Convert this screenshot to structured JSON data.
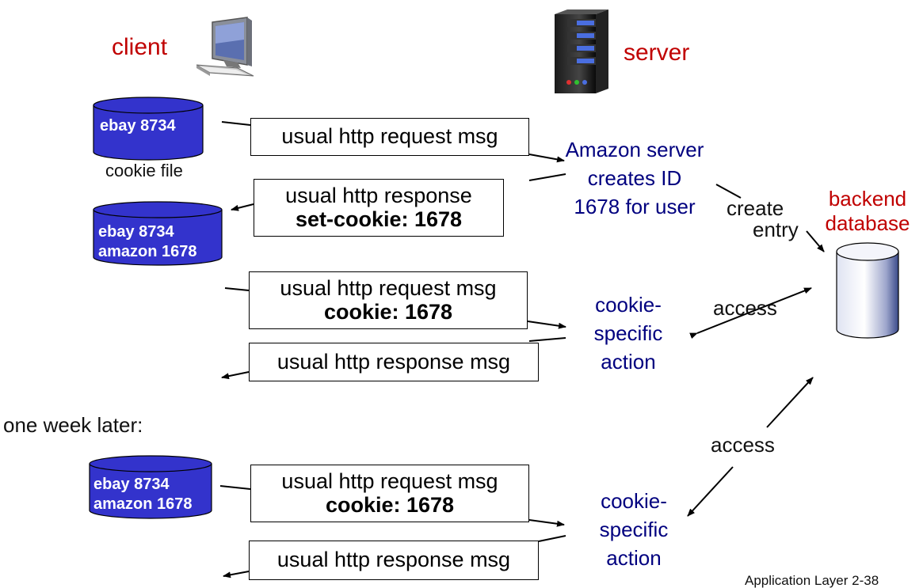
{
  "labels": {
    "client": "client",
    "server": "server",
    "cookie_file": "cookie file",
    "backend_line1": "backend",
    "backend_line2": "database",
    "amazon_line1": "Amazon server",
    "amazon_line2": "creates ID",
    "amazon_line3": "1678 for user",
    "create": "create",
    "entry": "entry",
    "access1": "access",
    "access2": "access",
    "one_week_later": "one week later:",
    "csa1_line1": "cookie-",
    "csa1_line2": "specific",
    "csa1_line3": "action",
    "csa2_line1": "cookie-",
    "csa2_line2": "specific",
    "csa2_line3": "action",
    "footer": "Application Layer  2-38"
  },
  "cookie_files": {
    "first": [
      "ebay 8734"
    ],
    "second": [
      "ebay 8734",
      "amazon 1678"
    ],
    "third": [
      "ebay 8734",
      "amazon 1678"
    ]
  },
  "messages": {
    "req1": "usual http request msg",
    "resp1_line1": "usual http response",
    "resp1_line2": "set-cookie: 1678",
    "req2_line1": "usual http request msg",
    "req2_line2": "cookie: 1678",
    "resp2": "usual http response msg",
    "req3_line1": "usual http request msg",
    "req3_line2": "cookie: 1678",
    "resp3": "usual http response msg"
  },
  "colors": {
    "cookie_cylinder": "#3333cc",
    "red_text": "#c00000",
    "blue_text": "#00007f"
  },
  "icons": {
    "client": "desktop-computer-icon",
    "server": "server-tower-icon",
    "database": "database-cylinder-icon"
  }
}
